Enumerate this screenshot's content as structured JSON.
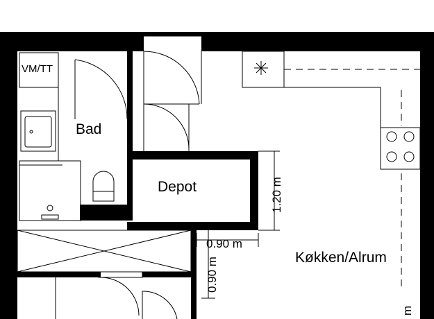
{
  "rooms": {
    "vm_tt": "VM/TT",
    "bad": "Bad",
    "depot": "Depot",
    "kokken": "Køkken/Alrum"
  },
  "dimensions": {
    "depot_height": "1.20 m",
    "passage_width": "0.90 m",
    "passage_height": "0.90 m",
    "kitchen_partial": "m"
  },
  "symbols": {
    "extractor": "fan-icon",
    "cooktop": "cooktop-icon",
    "sink": "sink-icon",
    "toilet": "toilet-icon"
  },
  "colors": {
    "wall": "#000000",
    "background": "#ffffff"
  }
}
